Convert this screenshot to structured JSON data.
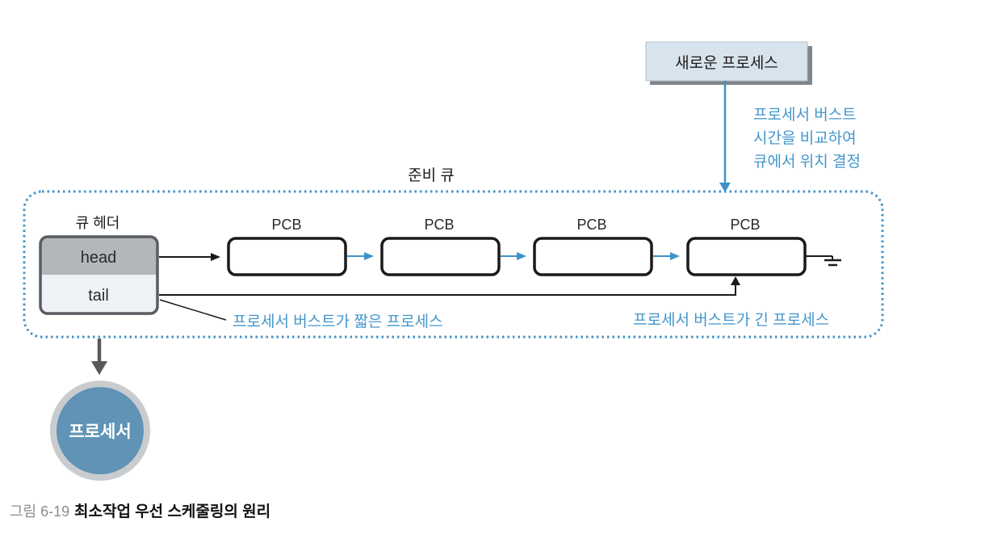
{
  "colors": {
    "accent_blue": "#3f92c8",
    "text_blue": "#4496cb",
    "new_process_fill": "#d7e3ed",
    "new_process_shadow": "#7f868c",
    "new_process_border": "#b6bfc6",
    "queue_border_gray": "#595d61",
    "head_fill": "#b4b7ba",
    "tail_fill": "#eef2f6",
    "pcb_border": "#1a1a1a",
    "arrow_black": "#1a1a1a",
    "arrow_gray": "#595959",
    "processor_ring": "#c9cccf",
    "processor_fill": "#6093b5",
    "caption_gray": "#8a8d90",
    "caption_black": "#111111"
  },
  "diagram": {
    "new_process": "새로운 프로세스",
    "burst_note_lines": [
      "프로세서 버스트",
      "시간을 비교하여",
      "큐에서 위치 결정"
    ],
    "ready_queue_label": "준비 큐",
    "queue_header_label": "큐 헤더",
    "head": "head",
    "tail": "tail",
    "pcb_labels": [
      "PCB",
      "PCB",
      "PCB",
      "PCB"
    ],
    "short_burst_note": "프로세서 버스트가 짧은 프로세스",
    "long_burst_note": "프로세서 버스트가 긴 프로세스",
    "processor": "프로세서"
  },
  "caption": {
    "figure_no": "그림 6-19",
    "title": "최소작업 우선 스케줄링의 원리"
  }
}
